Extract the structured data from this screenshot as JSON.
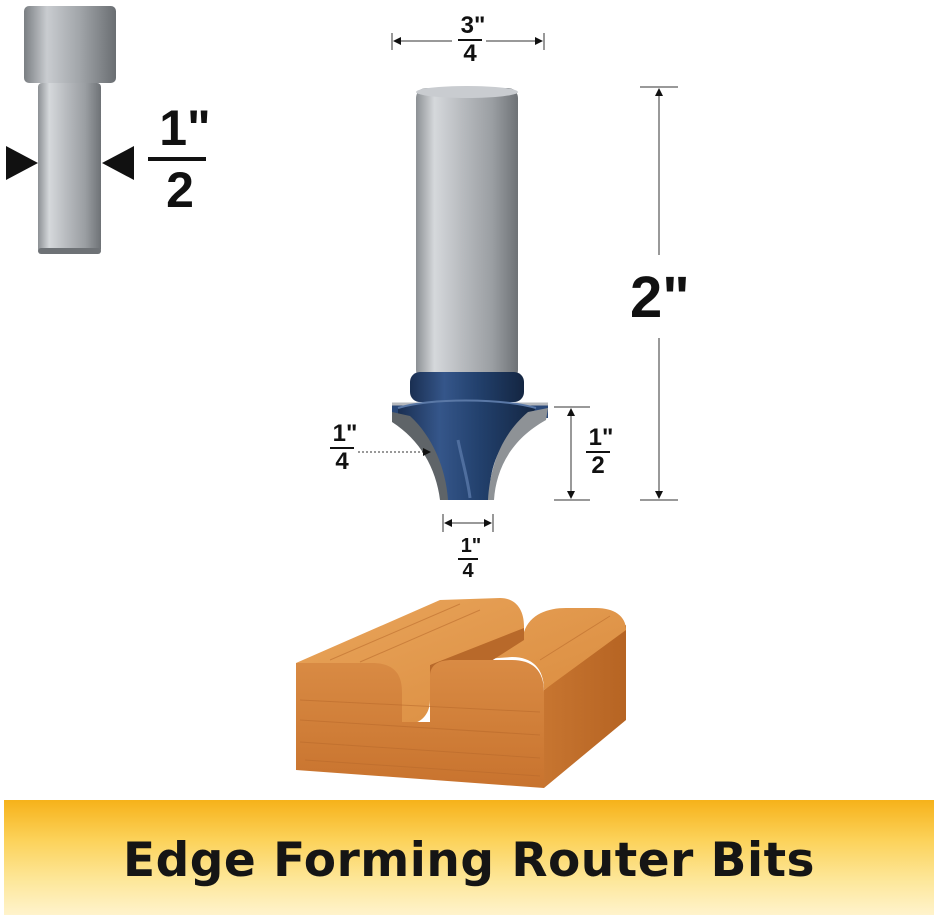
{
  "shank_label": {
    "whole": "1\"",
    "denominator": "2"
  },
  "dimensions": {
    "shank_diameter": {
      "numerator": "3\"",
      "denominator": "4"
    },
    "overall_length": "2\"",
    "radius": {
      "numerator": "1\"",
      "denominator": "4"
    },
    "cutting_length": {
      "numerator": "1\"",
      "denominator": "2"
    },
    "cutting_width": {
      "numerator": "1\"",
      "denominator": "4"
    }
  },
  "banner": {
    "title": "Edge Forming Router Bits"
  },
  "colors": {
    "banner": "#f6b21a",
    "cutter": "#23416c",
    "wood": "#d9893f",
    "steel": "#b6b9bd"
  }
}
